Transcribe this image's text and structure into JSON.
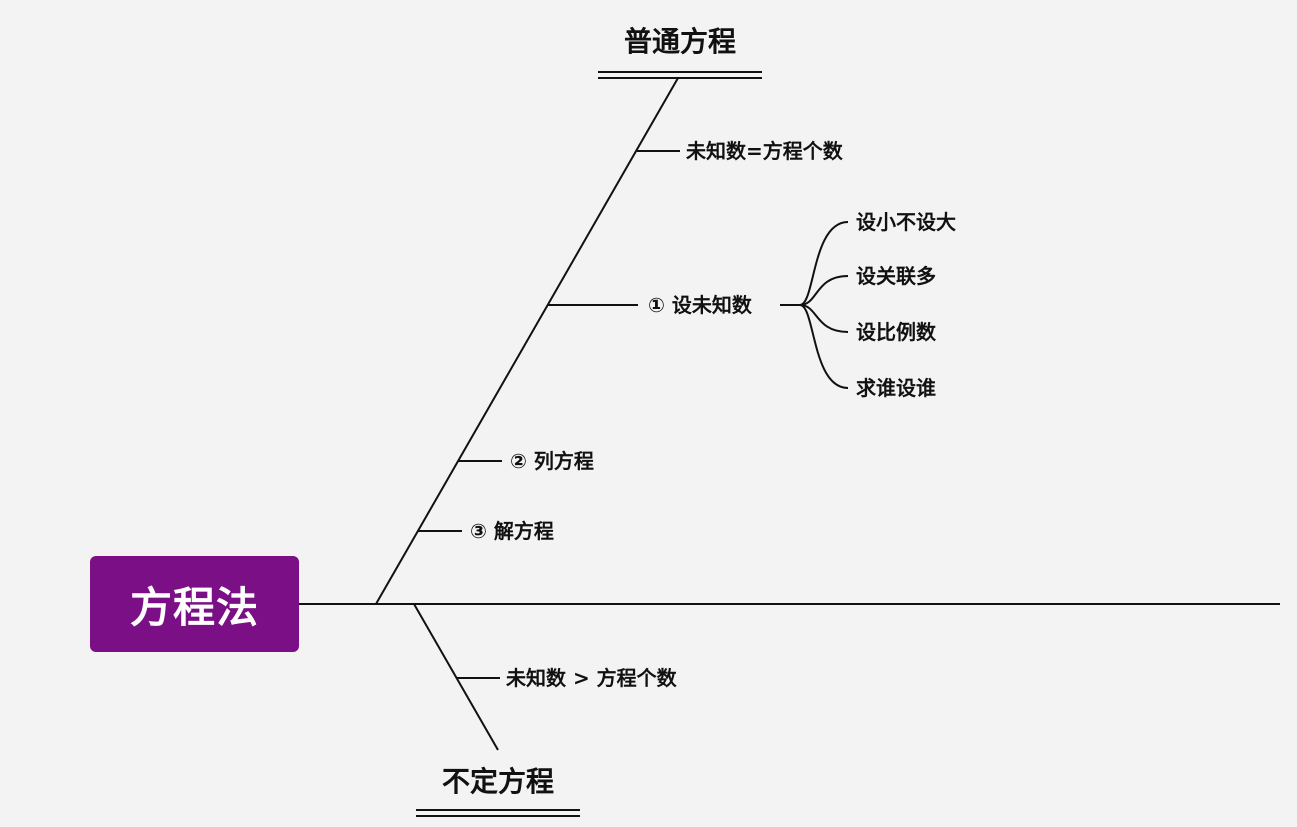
{
  "root": {
    "label": "方程法"
  },
  "top_branch": {
    "title": "普通方程",
    "condition": "未知数=方程个数",
    "steps": [
      {
        "label": "① 设未知数"
      },
      {
        "label": "② 列方程"
      },
      {
        "label": "③ 解方程"
      }
    ],
    "step1_tips": [
      "设小不设大",
      "设关联多",
      "设比例数",
      "求谁设谁"
    ]
  },
  "bottom_branch": {
    "title": "不定方程",
    "condition": "未知数 > 方程个数"
  },
  "colors": {
    "root_fill": "#7a0f86",
    "line": "#111111",
    "background": "#f3f3f3"
  }
}
